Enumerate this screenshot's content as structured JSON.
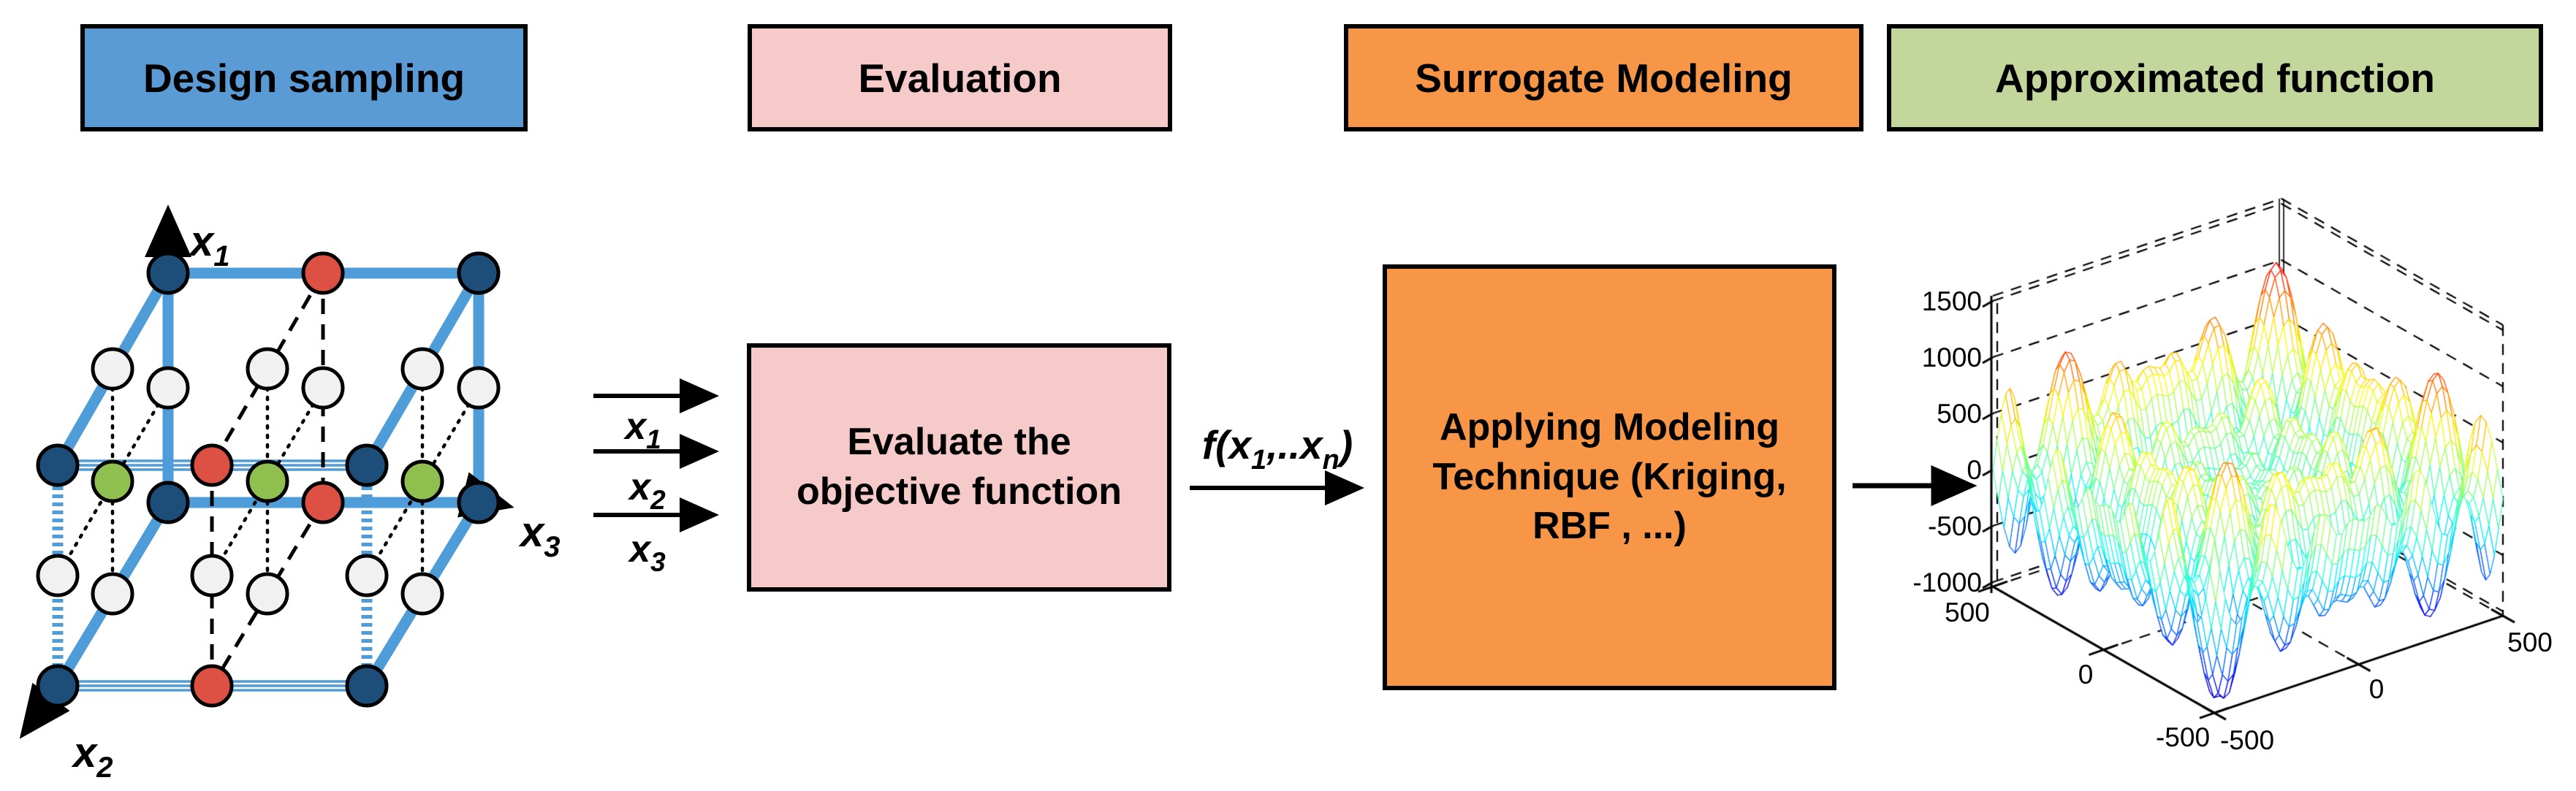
{
  "stages": {
    "design": {
      "label": "Design sampling",
      "color": "#5b9bd5"
    },
    "evaluation": {
      "label": "Evaluation",
      "color": "#f7caca"
    },
    "surrogate": {
      "label": "Surrogate Modeling",
      "color": "#f79646"
    },
    "approx": {
      "label": "Approximated function",
      "color": "#c3d69b"
    }
  },
  "cube": {
    "axis_x1": {
      "base": "x",
      "sub": "1"
    },
    "axis_x2": {
      "base": "x",
      "sub": "2"
    },
    "axis_x3": {
      "base": "x",
      "sub": "3"
    },
    "edge_color": "#4e9cd8",
    "point_colors": {
      "corner": "#1d4e7a",
      "mid_edge_x3": "#dd5044",
      "center_line": "#8fbf4f",
      "other": "#f1f1f1"
    }
  },
  "inputs": {
    "x1": {
      "base": "x",
      "sub": "1"
    },
    "x2": {
      "base": "x",
      "sub": "2"
    },
    "x3": {
      "base": "x",
      "sub": "3"
    }
  },
  "evaluate_box": {
    "text": "Evaluate the objective function"
  },
  "f_label": {
    "p1": "f(x",
    "s1": "1",
    "p2": ",..x",
    "s2": "n",
    "p3": ")"
  },
  "surrogate_box": {
    "text": "Applying Modeling Technique (Kriging, RBF , ...)"
  },
  "chart_data": {
    "type": "surface",
    "title": "",
    "xlabel": "",
    "ylabel": "",
    "zlabel": "",
    "description": "MATLAB-style 3D wireframe mesh of a highly multimodal (Schwefel-like) function, white-faced quads with jet-colormap colored grid lines inside a dashed axes box",
    "function": "z = amplitude * ( x*sin(sqrt(|x|)) + y*sin(sqrt(|y|)) )",
    "amplitude": 1.35,
    "x_range": [
      -500,
      500
    ],
    "y_range": [
      -500,
      500
    ],
    "z_range": [
      -1000,
      1500
    ],
    "grid_n": 53,
    "colormap": "jet",
    "color_z_min": -1150,
    "color_z_max": 1400,
    "z_clamp_min": -1040,
    "z_ticks": [
      "1500",
      "1000",
      "500",
      "0",
      "-500",
      "-1000"
    ],
    "x_ticks": [
      "500",
      "0",
      "-500"
    ],
    "y_ticks": [
      "-500",
      "0",
      "500"
    ],
    "z_tick_values": [
      1500,
      1000,
      500,
      0,
      -500,
      -1000
    ],
    "x_tick_values": [
      500,
      0,
      -500
    ],
    "y_tick_values": [
      -500,
      0,
      500
    ],
    "grid": true,
    "legend": false
  }
}
